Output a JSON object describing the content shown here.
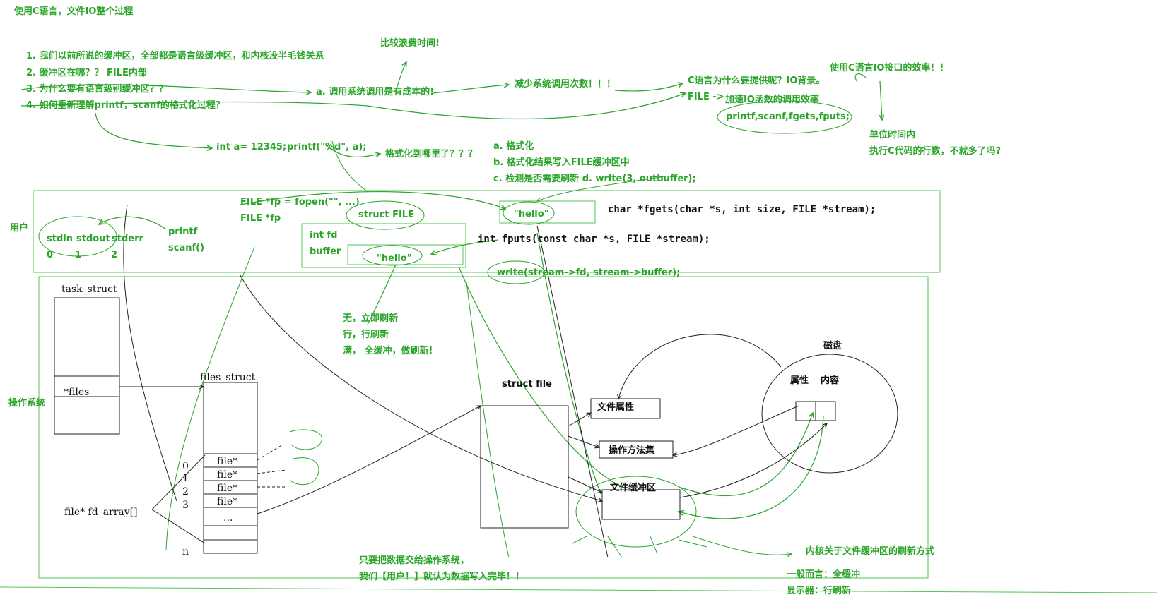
{
  "title": "使用C语言，文件IO整个过程",
  "questions": [
    "1. 我们以前所说的缓冲区，全部都是语言级缓冲区，和内核没半毛钱关系",
    "2. 缓冲区在哪？？ FILE内部",
    "3. 为什么要有语言级别缓冲区？？",
    "4. 如何重新理解printf，scanf的格式化过程？"
  ],
  "notes": {
    "waste_time": "比较浪费时间!",
    "syscall_cost": "a. 调用系统调用是有成本的!",
    "reduce_calls": "减少系统调用次数！！！",
    "why_provide": "C语言为什么要提供呢？IO背景。",
    "file_arrow": "FILE ->",
    "speed_up": "加速IO函数的调用效率",
    "funcs": "printf,scanf,fgets,fputs;",
    "efficiency": "使用C语言IO接口的效率！！",
    "per_time": "单位时间内",
    "more_lines": "执行C代码的行数，不就多了吗?",
    "int_a": "int a= 12345;",
    "printf_call": "printf(\"%d\", a);",
    "where_format": "格式化到哪里了？？？",
    "step_a": "a. 格式化",
    "step_b": "b. 格式化结果写入FILE缓冲区中",
    "step_c": "c. 检测是否需要刷新 d. write(3, outbuffer);"
  },
  "user_layer": {
    "label": "用户",
    "fopen": "FILE *fp = fopen(\"\", ...)",
    "file_fp": "FILE *fp",
    "struct_file": "struct FILE",
    "hello_top": "\"hello\"",
    "fgets_proto": "char *fgets(char *s, int size, FILE *stream);",
    "fputs_proto": "int fputs(const char *s, FILE *stream);",
    "write_call": "write(stream->fd, stream->buffer);",
    "int_fd": "int fd",
    "buffer": "buffer",
    "hello_buf": "\"hello\"",
    "streams": [
      "stdin",
      "stdout",
      "stderr"
    ],
    "fds": [
      "0",
      "1",
      "2"
    ],
    "printf": "printf",
    "scanf": "scanf()"
  },
  "os_layer": {
    "label": "操作系统",
    "task_struct": "task_struct",
    "files_ptr": "*files",
    "files_struct": "files_struct",
    "fd_indices": [
      "0",
      "1",
      "2",
      "3",
      "n"
    ],
    "fd_entries": [
      "file*",
      "file*",
      "file*",
      "file*",
      "..."
    ],
    "fd_array": "file* fd_array[]",
    "flush_policy": [
      "无，立即刷新",
      "行，行刷新",
      "满， 全缓冲，做刷新!"
    ],
    "struct_file_label": "struct file",
    "file_attr": "文件属性",
    "ops": "操作方法集",
    "kbuf": "文件缓冲区",
    "disk": "磁盘",
    "attr": "属性",
    "content": "内容",
    "handoff_1": "只要把数据交给操作系统，",
    "handoff_2": "我们【用户！】就认为数据写入完毕！！",
    "kernel_flush": "内核关于文件缓冲区的刷新方式",
    "general": "一般而言：全缓冲",
    "display": "显示器：行刷新"
  }
}
